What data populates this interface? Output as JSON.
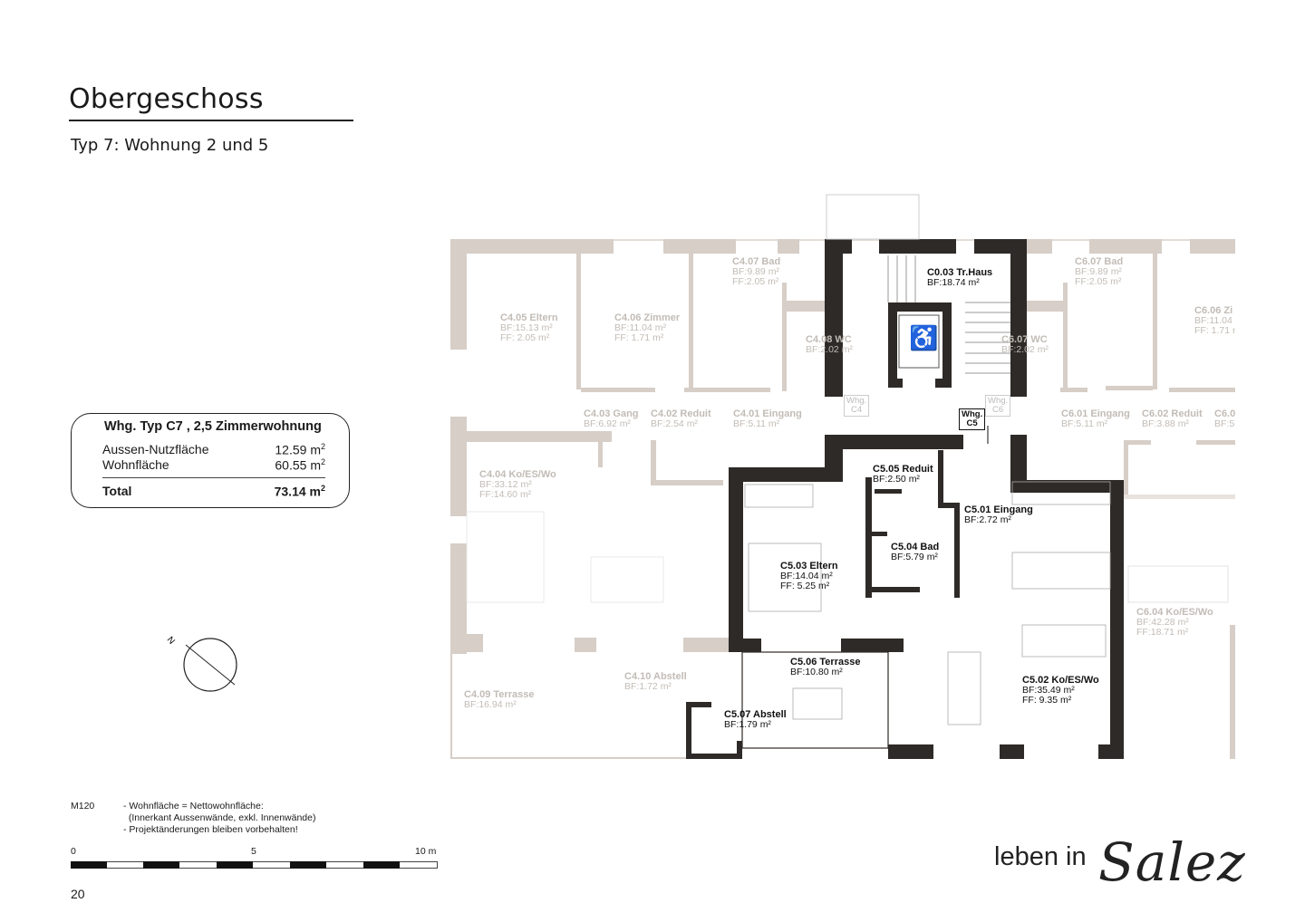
{
  "header": {
    "title": "Obergeschoss",
    "subtitle": "Typ 7: Wohnung 2 und 5"
  },
  "info_box": {
    "title": "Whg. Typ C7 , 2,5 Zimmerwohnung",
    "rows": [
      {
        "label": "Aussen-Nutzfläche",
        "value": "12.59 m",
        "unit_sup": "2"
      },
      {
        "label": "Wohnfläche",
        "value": "60.55 m",
        "unit_sup": "2"
      },
      {
        "label": "Total",
        "value": "73.14 m",
        "unit_sup": "2"
      }
    ]
  },
  "compass": {
    "north_label": "N"
  },
  "rooms": [
    {
      "name": "C4.05 Eltern",
      "bf": "BF:15.13 m²",
      "ff": "FF:  2.05 m²",
      "style": "dim"
    },
    {
      "name": "C4.06 Zimmer",
      "bf": "BF:11.04 m²",
      "ff": "FF:  1.71 m²",
      "style": "dim"
    },
    {
      "name": "C4.07 Bad",
      "bf": "BF:9.89 m²",
      "ff": "FF:2.05 m²",
      "style": "dim"
    },
    {
      "name": "C4.08 WC",
      "bf": "BF:2.02 m²",
      "style": "dim"
    },
    {
      "name": "C4.03 Gang",
      "bf": "BF:6.92 m²",
      "style": "dim"
    },
    {
      "name": "C4.02 Reduit",
      "bf": "BF:2.54 m²",
      "style": "dim"
    },
    {
      "name": "C4.01 Eingang",
      "bf": "BF:5.11 m²",
      "style": "dim"
    },
    {
      "name": "C4.04 Ko/ES/Wo",
      "bf": "BF:33.12 m²",
      "ff": "FF:14.60 m²",
      "style": "dim"
    },
    {
      "name": "C4.09 Terrasse",
      "bf": "BF:16.94 m²",
      "style": "dim"
    },
    {
      "name": "C4.10 Abstell",
      "bf": "BF:1.72 m²",
      "style": "dim"
    },
    {
      "name": "C0.03 Tr.Haus",
      "bf": "BF:18.74 m²",
      "style": "dark"
    },
    {
      "name": "C6.07 Bad",
      "bf": "BF:9.89 m²",
      "ff": "FF:2.05 m²",
      "style": "dim"
    },
    {
      "name": "C6.07 WC",
      "bf": "BF:2.02 m²",
      "style": "dim"
    },
    {
      "name": "C6.06 Zi",
      "bf": "BF:11.04 m",
      "ff": "FF:  1.71 m",
      "style": "dim"
    },
    {
      "name": "C6.01 Eingang",
      "bf": "BF:5.11 m²",
      "style": "dim"
    },
    {
      "name": "C6.02 Reduit",
      "bf": "BF:3.88 m²",
      "style": "dim"
    },
    {
      "name": "C6.0",
      "bf": "BF:5.",
      "style": "dim"
    },
    {
      "name": "C6.04 Ko/ES/Wo",
      "bf": "BF:42.28 m²",
      "ff": "FF:18.71 m²",
      "style": "dim"
    },
    {
      "name": "C5.05 Reduit",
      "bf": "BF:2.50 m²",
      "style": "dark"
    },
    {
      "name": "C5.01 Eingang",
      "bf": "BF:2.72 m²",
      "style": "dark"
    },
    {
      "name": "C5.04 Bad",
      "bf": "BF:5.79 m²",
      "style": "dark"
    },
    {
      "name": "C5.03 Eltern",
      "bf": "BF:14.04 m²",
      "ff": "FF:  5.25 m²",
      "style": "dark"
    },
    {
      "name": "C5.06 Terrasse",
      "bf": "BF:10.80 m²",
      "style": "dark"
    },
    {
      "name": "C5.07 Abstell",
      "bf": "BF:1.79 m²",
      "style": "dark"
    },
    {
      "name": "C5.02 Ko/ES/Wo",
      "bf": "BF:35.49 m²",
      "ff": "FF:  9.35 m²",
      "style": "dark"
    }
  ],
  "unit_tags": [
    {
      "line1": "Whg.",
      "line2": "C4",
      "style": "dim"
    },
    {
      "line1": "Whg.",
      "line2": "C6",
      "style": "dim"
    },
    {
      "line1": "Whg.",
      "line2": "C5",
      "style": "dark"
    }
  ],
  "icons": {
    "elevator": "wheelchair-icon"
  },
  "colors": {
    "active_wall": "#2e2a27",
    "inactive_wall": "#d6cec7"
  },
  "notes": {
    "scale_code": "M120",
    "lines": [
      "- Wohnfläche = Nettowohnfläche:",
      "  (Innerkant Aussenwände, exkl. Innenwände)",
      "- Projektänderungen bleiben vorbehalten!"
    ]
  },
  "scale_bar": {
    "labels": [
      "0",
      "5",
      "10 m"
    ]
  },
  "page_number": "20",
  "logo": {
    "text": "leben in",
    "script": "Salez"
  }
}
